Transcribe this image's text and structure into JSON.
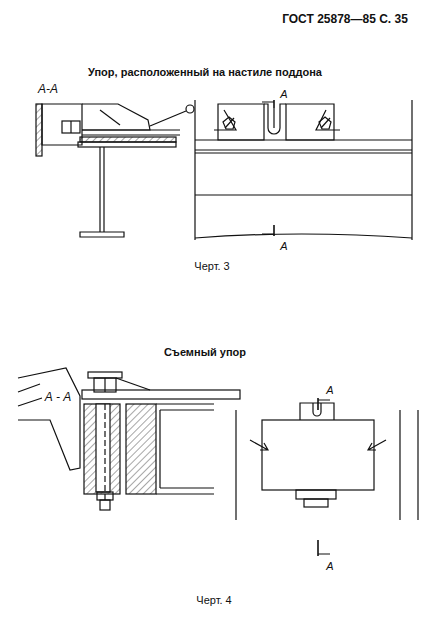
{
  "diagram": {
    "labels": [
      "ГОСТ 25878—85 С. 35",
      "Упор, расположенный на настиле поддона",
      "А-А",
      "А",
      "А",
      "Черт. 3",
      "Съемный упор",
      "А - А",
      "А",
      "А",
      "Черт. 4"
    ]
  }
}
